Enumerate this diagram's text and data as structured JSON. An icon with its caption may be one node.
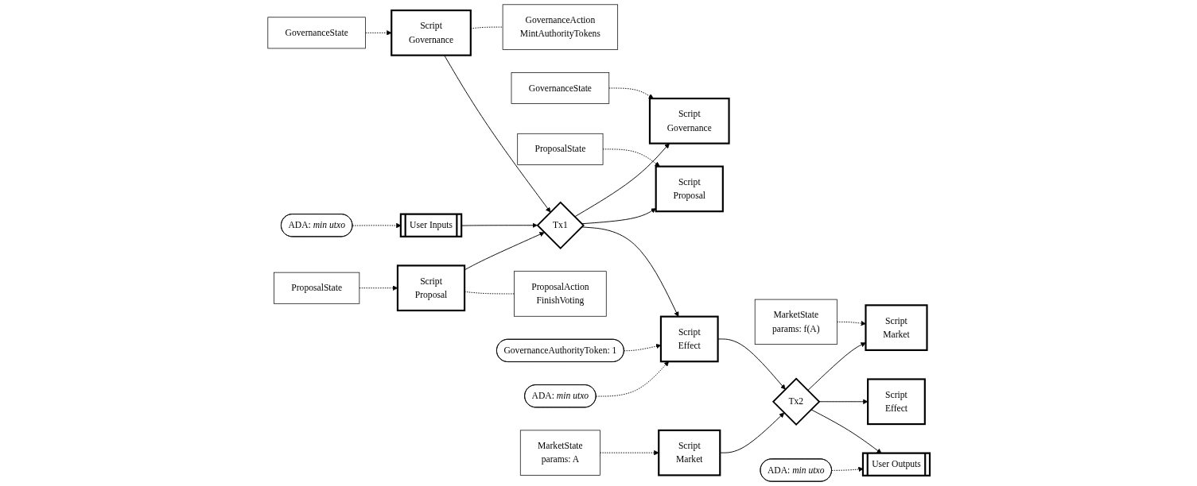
{
  "diagram": {
    "nodes": [
      {
        "text": [
          "GovernanceState"
        ]
      },
      {
        "text": [
          "Script",
          "Governance"
        ]
      },
      {
        "text": [
          "GovernanceAction",
          "MintAuthorityTokens"
        ]
      },
      {
        "text": [
          "GovernanceState"
        ]
      },
      {
        "text": [
          "Script",
          "Governance"
        ]
      },
      {
        "text": [
          "ADA:  *min utxo*"
        ]
      },
      {
        "text": [
          "User Inputs"
        ]
      },
      {
        "text": [
          "Tx1"
        ]
      },
      {
        "text": [
          "Script",
          "Proposal"
        ]
      },
      {
        "text": [
          "ProposalState"
        ]
      },
      {
        "text": [
          "MarketState",
          "params: f(A)"
        ]
      },
      {
        "text": [
          "Script",
          "Market"
        ]
      },
      {
        "text": [
          "GovernanceAuthorityToken: 1"
        ]
      },
      {
        "text": [
          "Script",
          "Effect"
        ]
      },
      {
        "text": [
          "ADA:  *min utxo*"
        ]
      },
      {
        "text": [
          "Tx2"
        ]
      },
      {
        "text": [
          "Script",
          "Effect"
        ]
      },
      {
        "text": [
          "ProposalState"
        ]
      },
      {
        "text": [
          "Script",
          "Proposal"
        ]
      },
      {
        "text": [
          "MarketState",
          "params: A"
        ]
      },
      {
        "text": [
          "Script",
          "Market"
        ]
      },
      {
        "text": [
          "ADA:  *min utxo*"
        ]
      },
      {
        "text": [
          "User Outputs"
        ]
      },
      {
        "text": [
          "ProposalAction",
          "FinishVoting"
        ]
      }
    ],
    "edges": [
      {
        "from": 0,
        "to": 1,
        "arrow": "to",
        "style": "dashed"
      },
      {
        "from": 1,
        "to": 2,
        "arrow": "none",
        "style": "dashed"
      },
      {
        "from": 1,
        "to": 7,
        "arrow": "to"
      },
      {
        "from": 5,
        "to": 6,
        "arrow": "to",
        "style": "dashed"
      },
      {
        "from": 6,
        "to": 7,
        "arrow": "to"
      },
      {
        "from": 18,
        "to": 7,
        "arrow": "to"
      },
      {
        "from": 7,
        "to": 4,
        "arrow": "to"
      },
      {
        "from": 3,
        "to": 4,
        "arrow": "to",
        "style": "dashed"
      },
      {
        "from": 7,
        "to": 8,
        "arrow": "to"
      },
      {
        "from": 9,
        "to": 8,
        "arrow": "to",
        "style": "dashed"
      },
      {
        "from": 7,
        "to": 13,
        "arrow": "to"
      },
      {
        "from": 12,
        "to": 13,
        "arrow": "to",
        "style": "dashed"
      },
      {
        "from": 14,
        "to": 13,
        "arrow": "to",
        "style": "dashed"
      },
      {
        "from": 13,
        "to": 15,
        "arrow": "to"
      },
      {
        "from": 20,
        "to": 15,
        "arrow": "to"
      },
      {
        "from": 19,
        "to": 20,
        "arrow": "to",
        "style": "dashed"
      },
      {
        "from": 15,
        "to": 11,
        "arrow": "to"
      },
      {
        "from": 10,
        "to": 11,
        "arrow": "to",
        "style": "dashed"
      },
      {
        "from": 15,
        "to": 16,
        "arrow": "to"
      },
      {
        "from": 15,
        "to": 22,
        "arrow": "to"
      },
      {
        "from": 21,
        "to": 22,
        "arrow": "to",
        "style": "dashed"
      },
      {
        "from": 17,
        "to": 18,
        "arrow": "to",
        "style": "dashed"
      },
      {
        "from": 18,
        "to": 23,
        "arrow": "none",
        "style": "dashed"
      }
    ]
  }
}
